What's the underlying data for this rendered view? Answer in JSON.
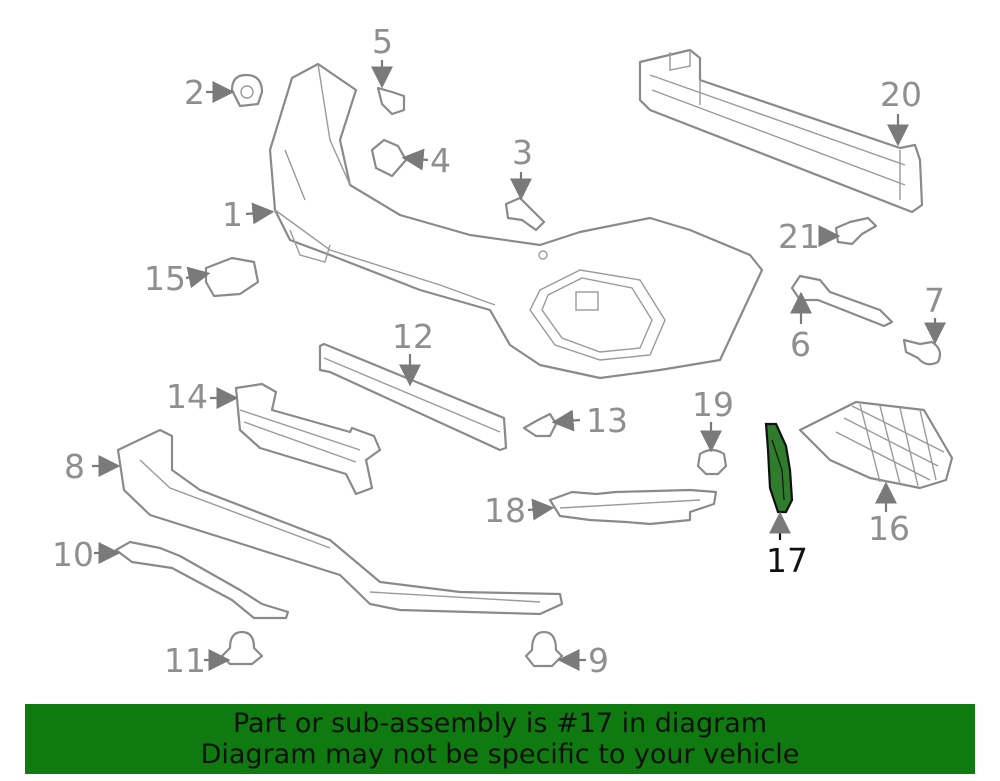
{
  "highlight_color": "#2f7d2c",
  "banner_color": "#0f7a0f",
  "callouts": {
    "c1": "1",
    "c2": "2",
    "c3": "3",
    "c4": "4",
    "c5": "5",
    "c6": "6",
    "c7": "7",
    "c8": "8",
    "c9": "9",
    "c10": "10",
    "c11": "11",
    "c12": "12",
    "c13": "13",
    "c14": "14",
    "c15": "15",
    "c16": "16",
    "c17": "17",
    "c18": "18",
    "c19": "19",
    "c20": "20",
    "c21": "21"
  },
  "banner": {
    "line1": "Part or sub-assembly is #17 in diagram",
    "line2": "Diagram may not be specific to your vehicle"
  }
}
